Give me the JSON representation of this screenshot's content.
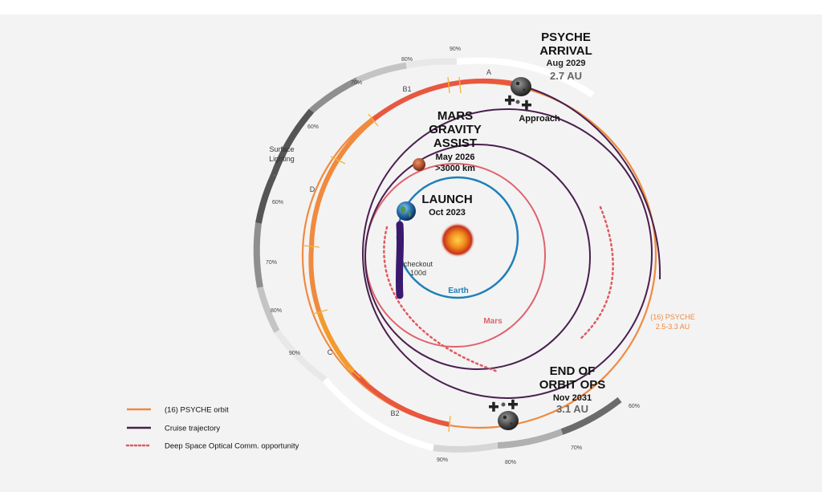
{
  "events": {
    "arrival": {
      "title_line1": "PSYCHE",
      "title_line2": "ARRIVAL",
      "date": "Aug 2029",
      "distance": "2.7 AU"
    },
    "mars_assist": {
      "title_line1": "MARS",
      "title_line2": "GRAVITY",
      "title_line3": "ASSIST",
      "date": "May 2026",
      "distance": ">3000 km"
    },
    "launch": {
      "title": "LAUNCH",
      "date": "Oct 2023"
    },
    "end_ops": {
      "title_line1": "END OF",
      "title_line2": "ORBIT OPS",
      "date": "Nov 2031",
      "distance": "3.1 AU"
    }
  },
  "labels": {
    "approach": "Approach",
    "checkout_line1": "checkout",
    "checkout_line2": "100d",
    "earth": "Earth",
    "mars": "Mars",
    "psyche_orbit_line1": "(16) PSYCHE",
    "psyche_orbit_line2": "2.5-3.3 AU",
    "surface_lighting_line1": "Surface",
    "surface_lighting_line2": "Lighting"
  },
  "orbit_phases": [
    "A",
    "B1",
    "D",
    "C",
    "B2"
  ],
  "lighting_percentages": [
    "90%",
    "80%",
    "70%",
    "60%",
    "60%",
    "70%",
    "80%",
    "90%",
    "90%",
    "80%",
    "70%",
    "60%"
  ],
  "legend": [
    {
      "label": "(16) PSYCHE orbit",
      "color": "#f08a3e",
      "style": "solid"
    },
    {
      "label": "Cruise trajectory",
      "color": "#4a1f4f",
      "style": "solid"
    },
    {
      "label": "Deep Space Optical Comm. opportunity",
      "color": "#e05a5e",
      "style": "dotted"
    }
  ],
  "colors": {
    "psyche_orbit": "#f08a3e",
    "cruise": "#4a1f4f",
    "earth_orbit": "#1f7fb8",
    "mars_orbit": "#e0626e",
    "dsoc": "#e05a5e",
    "phase_red": "#e8573f",
    "phase_orange": "#f39a2e"
  }
}
